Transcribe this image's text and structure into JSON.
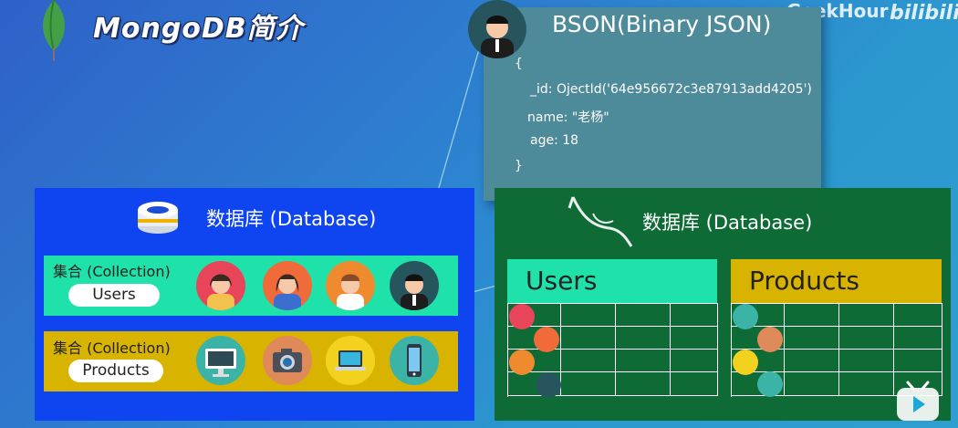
{
  "header": {
    "title": "MongoDB简介",
    "watermark_geek": "GeekHour",
    "watermark_bili": "bilibili"
  },
  "left_db": {
    "title": "数据库 (Database)",
    "collections": [
      {
        "label": "集合 (Collection)",
        "name": "Users"
      },
      {
        "label": "集合 (Collection)",
        "name": "Products"
      }
    ]
  },
  "bson": {
    "title": "BSON(Binary JSON)",
    "lines": [
      "{",
      "_id: OjectId('64e956672c3e87913add4205')",
      "name: \"老杨\"",
      "age: 18",
      "}"
    ]
  },
  "right_db": {
    "title": "数据库 (Database)",
    "tables": [
      {
        "name": "Users"
      },
      {
        "name": "Products"
      }
    ]
  },
  "colors": {
    "left_panel": "#0e45f0",
    "users_collection": "#1ee2a9",
    "products_collection": "#d8b400",
    "right_panel": "#0f6b36",
    "bson_card": "#4d8a9a"
  }
}
